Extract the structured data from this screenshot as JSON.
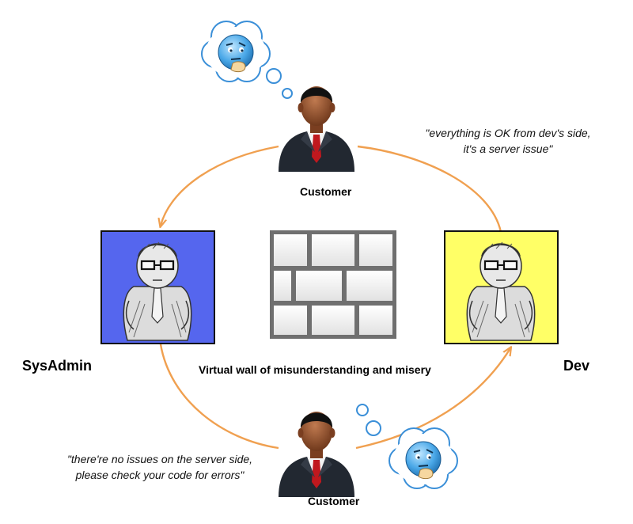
{
  "labels": {
    "customer_top": "Customer",
    "customer_bottom": "Customer",
    "sysadmin": "SysAdmin",
    "dev": "Dev",
    "wall": "Virtual wall of misunderstanding and misery"
  },
  "quotes": {
    "dev_line1": "\"everything is OK from dev's side,",
    "dev_line2": "it's a server issue\"",
    "admin_line1": "\"there're no issues on the server side,",
    "admin_line2": "please check your code for errors\""
  },
  "colors": {
    "arrow": "#f0a050",
    "sysadmin_box": "#5566ee",
    "dev_box": "#ffff66",
    "suit": "#222831",
    "tie": "#c0181e",
    "skin": "#8a4a2a",
    "emoji": "#4aa8e8"
  },
  "icons": {
    "customer": "businessman-icon",
    "thought": "thinking-face-icon",
    "person": "sketched-person-icon",
    "wall": "brick-wall-icon"
  }
}
